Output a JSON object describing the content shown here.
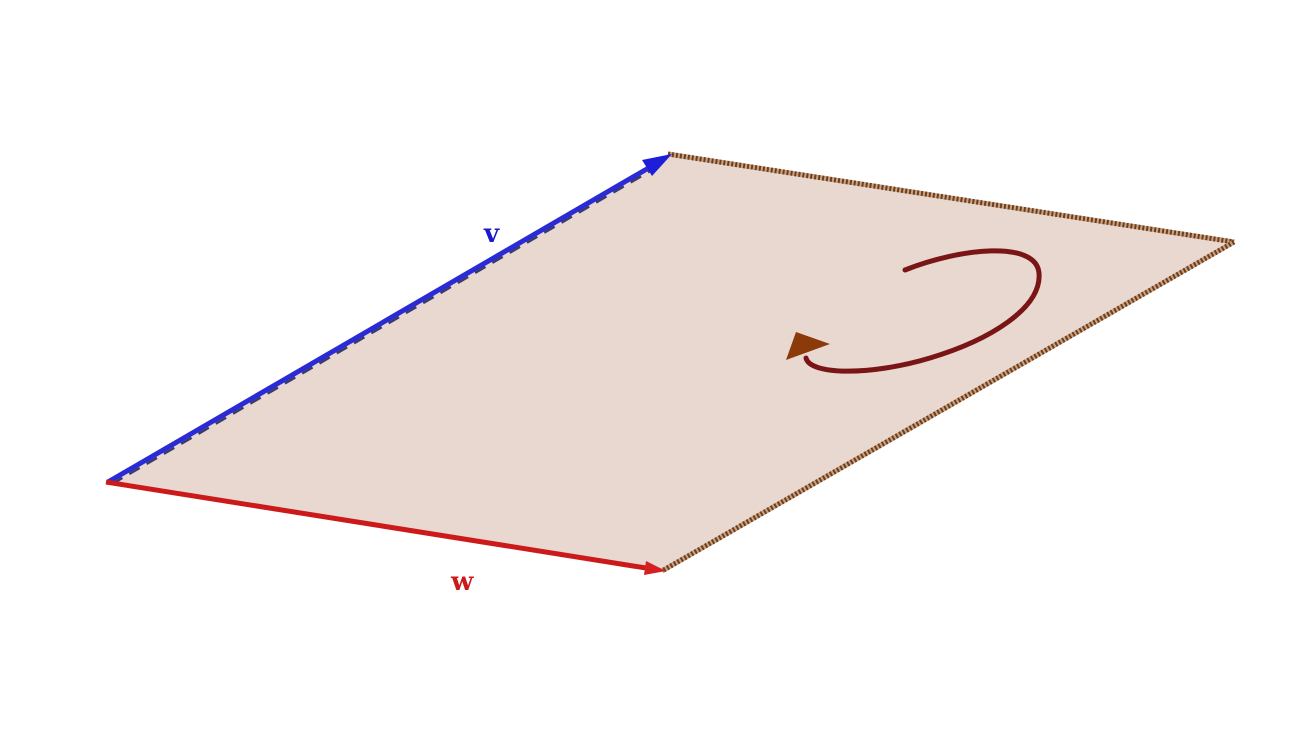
{
  "diagram": {
    "vectors": [
      {
        "id": "v",
        "label": "v",
        "color": "#1a1acc"
      },
      {
        "id": "w",
        "label": "w",
        "color": "#cc1a1a"
      }
    ],
    "parallelogram": {
      "fill": "#e8d8d0",
      "edge_color": "#a0643c"
    },
    "rotation_arrow": {
      "color": "#8b1a1a",
      "head_color": "#8b3a0a",
      "direction": "counterclockwise"
    }
  }
}
